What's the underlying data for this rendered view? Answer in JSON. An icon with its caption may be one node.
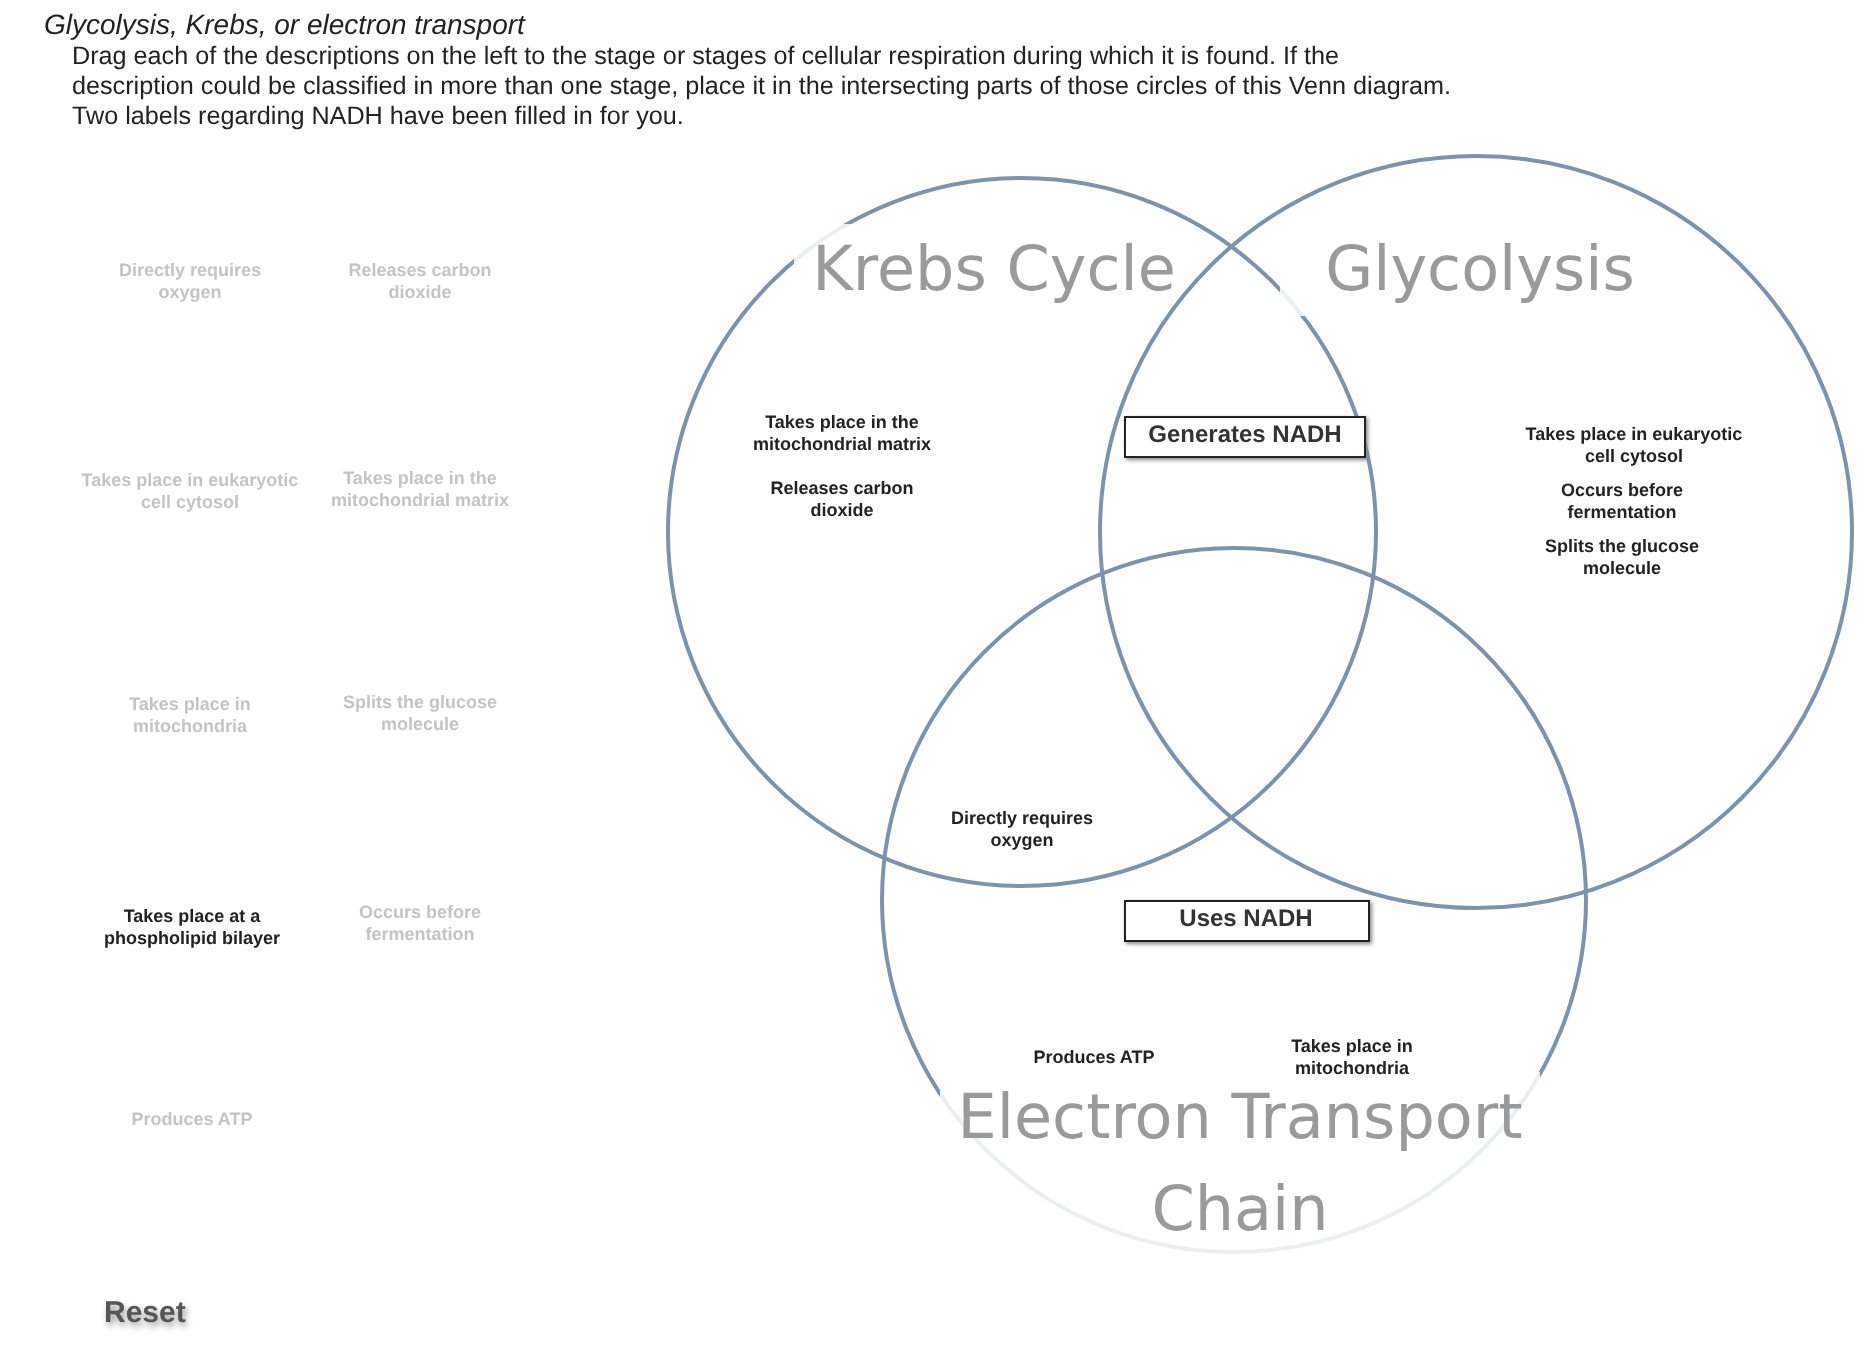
{
  "diagram": {
    "title": "Glycolysis, Krebs, or electron transport",
    "nodes": [
      {
        "text": [
          "Krebs Cycle"
        ]
      },
      {
        "text": [
          "Glycolysis"
        ]
      },
      {
        "text": [
          "Generates NADH"
        ]
      },
      {
        "text": [
          "Uses NADH"
        ],
        "in": 4
      },
      {
        "text": [
          "Electron Transport Chain"
        ]
      }
    ],
    "labels": [
      "Drag each of the descriptions on the left to the stage or stages of cellular respiration during which it is found. If the description could be classified in more than one stage, place it in the intersecting parts of those circles of this Venn diagram. Two labels regarding NADH have been filled in for you.",
      "Directly requires oxygen",
      "Releases carbon dioxide",
      "Takes place in eukaryotic cell cytosol",
      "Takes place in the mitochondrial matrix",
      "Takes place in mitochondria",
      "Splits the glucose molecule",
      "Takes place at a phospholipid bilayer",
      "Occurs before fermentation",
      "Produces ATP",
      "Takes place in the mitochondrial matrix",
      "Releases carbon dioxide",
      "Takes place in eukaryotic cell cytosol",
      "Occurs before fermentation",
      "Splits the glucose molecule",
      "Directly requires oxygen",
      "Produces ATP",
      "Takes place in mitochondria",
      "Reset"
    ]
  }
}
